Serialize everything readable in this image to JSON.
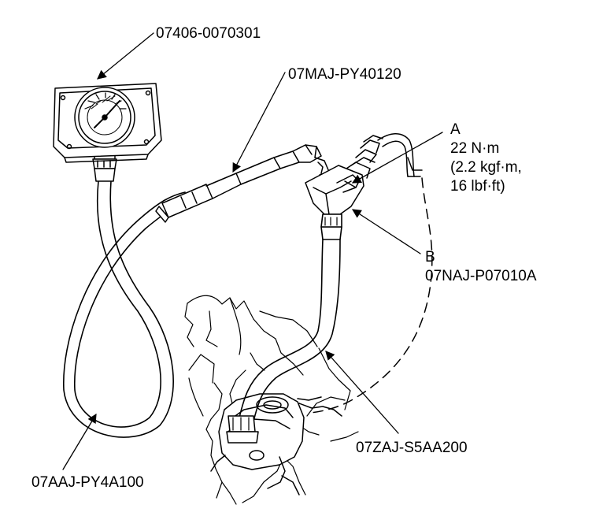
{
  "callouts": {
    "pressure_gauge": "07406-0070301",
    "gauge_adapter": "07MAJ-PY40120",
    "point_a": {
      "letter": "A",
      "torque_line1": "22 N·m",
      "torque_line2": "(2.2 kgf·m,",
      "torque_line3": "16 lbf·ft)"
    },
    "point_b": {
      "letter": "B",
      "part": "07NAJ-P07010A"
    },
    "adapter_hose": "07ZAJ-S5AA200",
    "gauge_hose": "07AAJ-PY4A100"
  },
  "colors": {
    "line": "#000000",
    "background": "#ffffff"
  }
}
